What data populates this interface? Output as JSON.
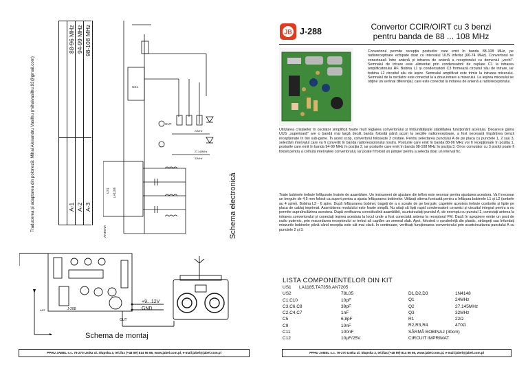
{
  "left_page": {
    "credit": "Traducerea și adaptarea din poloneză: Mihai Alexandru Vasilhu (mihaivasilhu.93@gmail.com)",
    "band_table": {
      "rows": [
        {
          "position": "A-1",
          "band": "88-96 MHz"
        },
        {
          "position": "A-2",
          "band": "94-99 MHz"
        },
        {
          "position": "A-3",
          "band": "98-108 MHz"
        }
      ]
    },
    "schematic_title": "Schema electronică",
    "schematic_labels": {
      "ic": "US1",
      "ic_model": "LA1185",
      "antenna": "ANTENA",
      "output": "OUT",
      "supply": "+9...12V",
      "ground": "GND",
      "crystals": [
        "24MHz",
        "27.145MHz",
        "32MHz"
      ]
    },
    "montaj": {
      "title": "Schema de montaj",
      "supply_label": "+9...12V",
      "gnd_label": "GND",
      "out_label": "OUT",
      "board_code": "J-288",
      "ant_label": "ANT"
    },
    "footer": "PPHU JABEL s.c. 76-270 Ustka ul. Słupska 3, tel./fax (+48 59) 814 56 66, www.jabel.com.pl, e-mail:jabel@jabel.com.pl"
  },
  "right_page": {
    "logo_text": "JB",
    "code": "J-288",
    "title_line1": "Convertor CCIR/OIRT cu 3 benzi",
    "title_line2": "pentru banda de 88 ... 108 MHz",
    "paragraphs": [
      "Convertorul permite recepția posturilor care emit în banda 88-108 MHz, pe radioreceptoare echipate doar cu intervalul UUS inferior (66-74 MHz). Convertorul se conectează între antenă și intrarea de antenă a receptorului cu domeniul „vechi\". Semnalul de intrare este alimentat prin condensatorii de cuplare C1 la intrarea amplificatorului RF. Bobina L1 și condensatorii C3 formează circuitul său de intrare, iar bobina L2 circuitul său de ieșire. Semnalul amplificat este trimis la intrarea mixerului. Semnalul de la oscilator este conectat la a doua intrare a mixerului. La ieșirea mixerului se obține un semnal diferențial, care este conectat la intrarea de antenă a radioreceptorului.",
      "Utilizarea cristalelor în oscilator simplifică foarte mult reglarea convertorului și îmbunătățește stabilitatea funcționării acestuia. Deoarece gama UUS „superioară\" are o bandă mai largă decât banda folosită până acum la secțiile radioreceptoare, a fost necesară împărțirea benzii recepționate în trei sub-game. În acest scop, convertorul folosește 3 cristale. Pentru selectarea punctului A de pe placa cu punctele 1, 2 sau 3, selectăm intervalul care va fi convertit în banda radioreceptorului nostru. Posturile care emit în banda 88-96 MHz vor fi recepționate în poziția 1, posturile care emit în banda 94-99 MHz în poziția 2, iar posturile care emit în banda 98-108 MHz în poziția 3. Orice comutator cu 3 poziții poate fi folosit pentru a comuta intervalele convertorului, iar poate fi folosit un jumper pentru a selecta doar un interval fix.",
      "Toate bobinele trebuie înfășurate înainte de asamblare. Un instrument de ajustare din teflon este necesar pentru ajustarea acestora. Va fi necesar un bergule de 4,5 mm folosit ca suport pentru a ajusta înfășurarea bobinelor. Utilizați sârma furnizată pentru a înfășura bobinele L1 și L2 (ambele au 4 spire). Bobina L3 - 6 spire. După înfășurarea bobinei, trageți de a o scoate de pe bergule, capetele acesteia trebuie cositorite și lipite pe placa de cablaj imprimat. Asamblarea modulului este foarte simplă. Nu uitați să lipiți rapid condensatorii ceramici și circuitul integrat pentru a nu permite supraîncălzirea acestora. După verificarea corectitudinii asamblării, scurtcircuitați punctul A, de exemplu cu punctul 1, conectați antena la intrarea convertorului și conectați ieșirea acestuia la locul unde a fost conectată antena la receptorul FM. Dacă în apropiere emite un post de radio puternic, prin reacordarea receptorului ar trebui să captăm un semnal slab. Apoi, folosind o șurubelniță din plastic, strângeți sau înfundați miezurile bobinelor până când recepția este cât mai clară. În continuare, verificați funcționarea convertorului prin scurtcircuitarea punctului A cu punctele 2 și 3."
    ],
    "list_title": "LISTA COMPONENTELOR DIN KIT",
    "parts_left": [
      {
        "name": "US1",
        "value": "LA1185,TA7358,AN7205"
      },
      {
        "name": "US2",
        "value": "78L05"
      },
      {
        "name": "C1,C10",
        "value": "10pF"
      },
      {
        "name": "C3,C6,C8",
        "value": "39pF"
      },
      {
        "name": "C2,C4,C7",
        "value": "1nF"
      },
      {
        "name": "C5",
        "value": "6,8pF"
      },
      {
        "name": "C9",
        "value": "10nF"
      },
      {
        "name": "C11",
        "value": "100nF"
      },
      {
        "name": "C12",
        "value": "10µF/25V"
      }
    ],
    "parts_right": [
      {
        "name": "D1,D2,D3",
        "value": "1N4148"
      },
      {
        "name": "Q1",
        "value": "24MHz"
      },
      {
        "name": "Q2",
        "value": "27,145MHz"
      },
      {
        "name": "Q3",
        "value": "32MHz"
      },
      {
        "name": "R1",
        "value": "22Ω"
      },
      {
        "name": "R2,R3,R4",
        "value": "470Ω"
      },
      {
        "name": "SÂRMĂ BOBINAJ (30cm)",
        "value": ""
      },
      {
        "name": "CIRCUIT IMPRIMAT",
        "value": ""
      }
    ],
    "footer": "PPHU JABEL s.c. 76-270 Ustka ul. Słupska 3, tel./fax (+48 59) 814 56 66, www.jabel.com.pl, e-mail:jabel@jabel.com.pl"
  },
  "colors": {
    "logo_red": "#e23a1a",
    "pcb_green": "#3f8a3a",
    "ink": "#111111"
  }
}
